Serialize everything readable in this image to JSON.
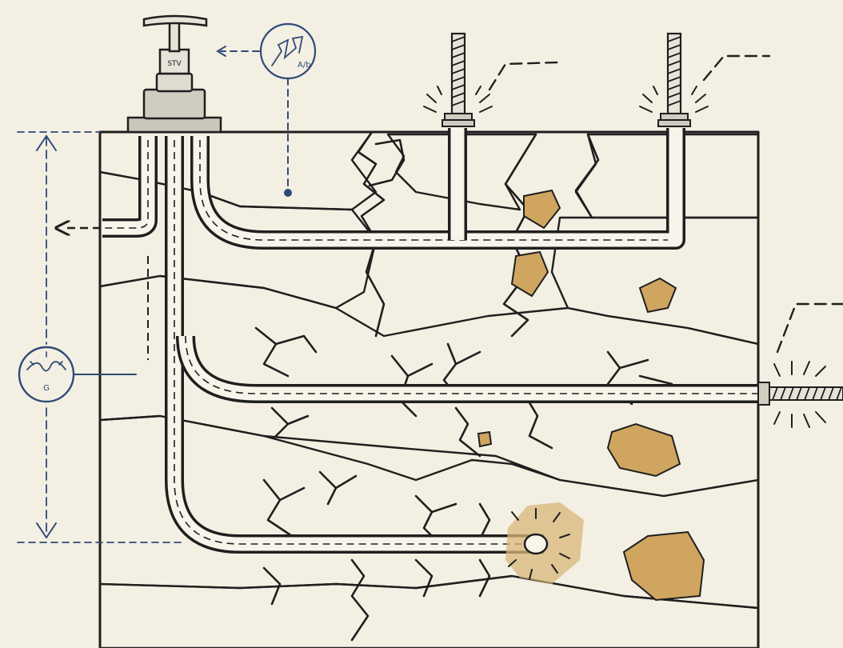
{
  "palette": {
    "paper": "#f3efe2",
    "ink": "#1f1f1f",
    "concrete_dark": "#d3d0c4",
    "concrete_light": "#ebe7da",
    "stain": "#cfa560",
    "annotation_blue": "#2f4a78"
  },
  "icons": {
    "valve": "tap-valve-icon",
    "gauge": "pressure-gauge-icon",
    "flow_sketch": "circled-sketch-icon",
    "bolt": "threaded-anchor-bolt-icon"
  },
  "labels": {
    "valve_plate": "STV",
    "gauge_value": "G",
    "callout_sketch": "A/b"
  }
}
